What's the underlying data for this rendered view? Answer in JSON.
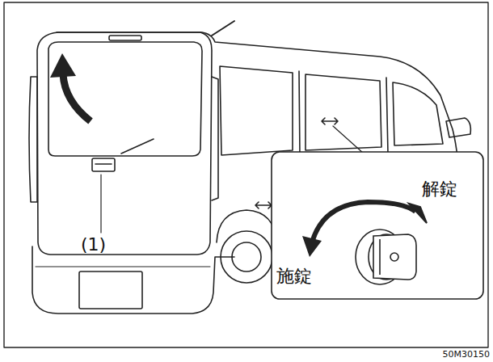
{
  "diagram": {
    "labels": [
      "(1)",
      "解錠",
      "施錠",
      "50M30150"
    ]
  }
}
